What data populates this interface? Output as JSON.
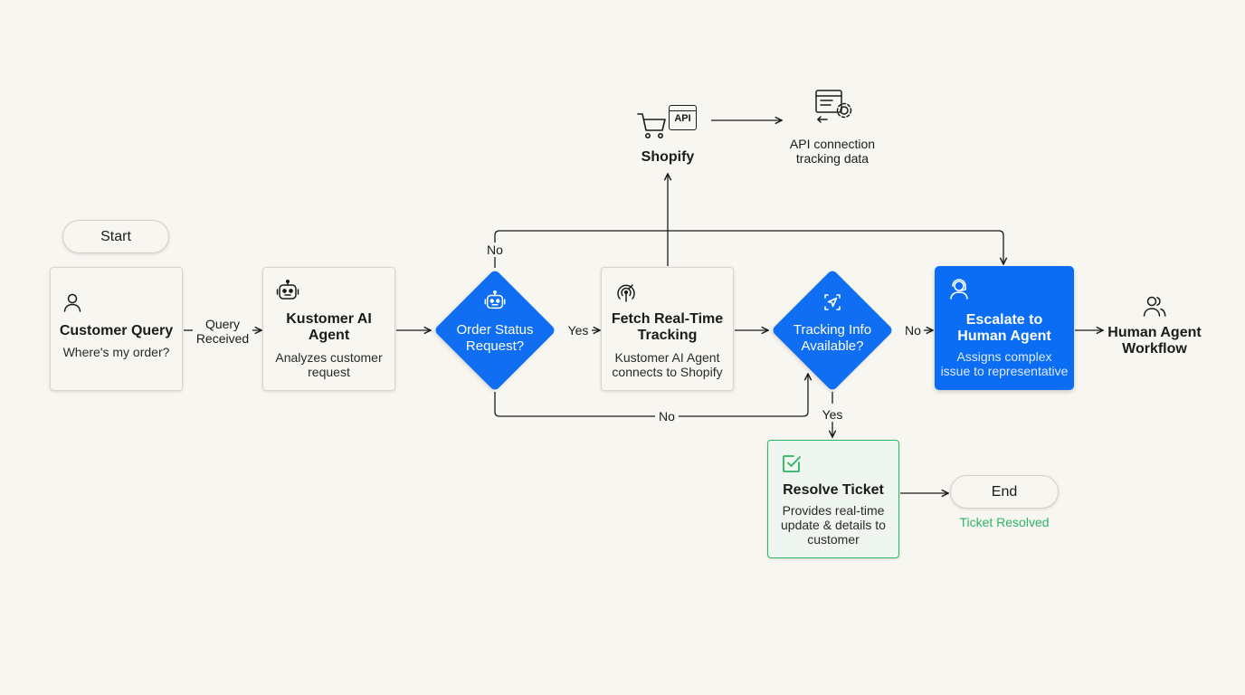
{
  "colors": {
    "background": "#f8f6f0",
    "decision_blue": "#0f6ef2",
    "escalate_blue": "#0a6df3",
    "resolve_green": "#2cb567",
    "resolve_fill": "#eef6ef",
    "line": "#1b1b1b"
  },
  "start": {
    "label": "Start"
  },
  "end": {
    "label": "End",
    "caption": "Ticket Resolved"
  },
  "nodes": {
    "customer_query": {
      "title": "Customer Query",
      "desc": "Where's my order?",
      "icon": "user-icon"
    },
    "kustomer_ai": {
      "title_line1": "Kustomer AI",
      "title_line2": "Agent",
      "desc_line1": "Analyzes customer",
      "desc_line2": "request",
      "icon": "robot-icon"
    },
    "order_status": {
      "line1": "Order Status",
      "line2": "Request?",
      "icon": "robot-icon"
    },
    "fetch_tracking": {
      "title_line1": "Fetch Real-Time",
      "title_line2": "Tracking",
      "desc_line1": "Kustomer AI Agent",
      "desc_line2": "connects to Shopify",
      "icon": "satellite-icon"
    },
    "tracking_info": {
      "line1": "Tracking Info",
      "line2": "Available?",
      "icon": "send-icon"
    },
    "escalate": {
      "title_line1": "Escalate to",
      "title_line2": "Human Agent",
      "desc_line1": "Assigns complex",
      "desc_line2": "issue to representative",
      "icon": "support-agent-icon"
    },
    "human_workflow": {
      "line1": "Human Agent",
      "line2": "Workflow",
      "icon": "users-icon"
    },
    "resolve": {
      "title": "Resolve Ticket",
      "desc_line1": "Provides real-time",
      "desc_line2": "update & details to",
      "desc_line3": "customer",
      "icon": "check-square-icon"
    },
    "shopify": {
      "label": "Shopify",
      "badge": "API",
      "icon": "shopping-cart-icon"
    },
    "api_connection": {
      "line1": "API connection",
      "line2": "tracking data",
      "icon": "settings-window-icon"
    }
  },
  "edge_labels": {
    "query_received_line1": "Query",
    "query_received_line2": "Received",
    "order_no_top": "No",
    "order_yes": "Yes",
    "order_no_bottom": "No",
    "tracking_no": "No",
    "tracking_yes": "Yes"
  }
}
